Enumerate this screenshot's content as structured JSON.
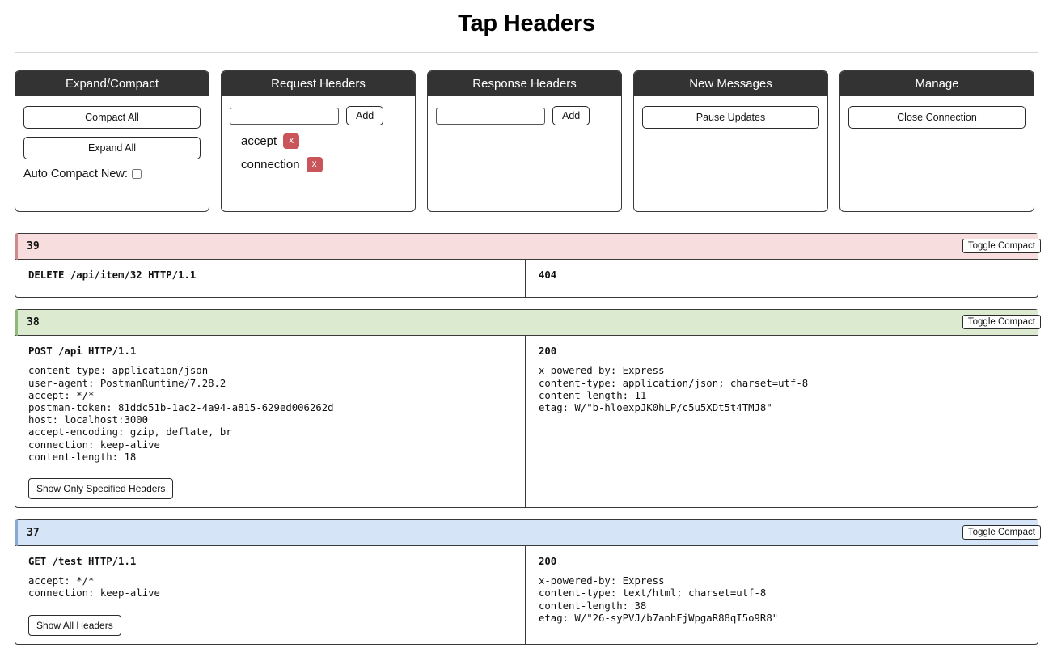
{
  "page": {
    "title": "Tap Headers"
  },
  "panels": [
    {
      "key": "expand_compact",
      "title": "Expand/Compact",
      "compact_all_label": "Compact All",
      "expand_all_label": "Expand All",
      "auto_compact_label": "Auto Compact New:",
      "auto_compact_checked": false
    },
    {
      "key": "request_headers",
      "title": "Request Headers",
      "input_value": "",
      "input_placeholder": "",
      "add_label": "Add",
      "tags": [
        {
          "name": "accept",
          "remove_label": "x"
        },
        {
          "name": "connection",
          "remove_label": "x"
        }
      ]
    },
    {
      "key": "response_headers",
      "title": "Response Headers",
      "input_value": "",
      "input_placeholder": "",
      "add_label": "Add",
      "tags": []
    },
    {
      "key": "new_messages",
      "title": "New Messages",
      "pause_label": "Pause Updates"
    },
    {
      "key": "manage",
      "title": "Manage",
      "close_label": "Close Connection"
    }
  ],
  "common": {
    "toggle_compact_label": "Toggle Compact"
  },
  "colors": {
    "panel_header_bg": "#333333",
    "tag_remove_bg": "#c9555b",
    "status_error_bg": "#f7dddd",
    "status_error_accent": "#cf8b8b",
    "status_ok_bg": "#dcead0",
    "status_ok_accent": "#8fb97a",
    "status_info_bg": "#d6e4f7",
    "status_info_accent": "#8aa8cf"
  },
  "messages": [
    {
      "id": "39",
      "tint": "error",
      "head_bg": "#f7dddd",
      "accent": "#cf8b8b",
      "compact": true,
      "request": {
        "start_line": "DELETE /api/item/32 HTTP/1.1",
        "headers": [],
        "button_label": ""
      },
      "response": {
        "status": "404",
        "headers": []
      }
    },
    {
      "id": "38",
      "tint": "ok",
      "head_bg": "#dcead0",
      "accent": "#8fb97a",
      "compact": false,
      "request": {
        "start_line": "POST /api HTTP/1.1",
        "headers": [
          "content-type: application/json",
          "user-agent: PostmanRuntime/7.28.2",
          "accept: */*",
          "postman-token: 81ddc51b-1ac2-4a94-a815-629ed006262d",
          "host: localhost:3000",
          "accept-encoding: gzip, deflate, br",
          "connection: keep-alive",
          "content-length: 18"
        ],
        "button_label": "Show Only Specified Headers"
      },
      "response": {
        "status": "200",
        "headers": [
          "x-powered-by: Express",
          "content-type: application/json; charset=utf-8",
          "content-length: 11",
          "etag: W/\"b-hloexpJK0hLP/c5u5XDt5t4TMJ8\""
        ]
      }
    },
    {
      "id": "37",
      "tint": "info",
      "head_bg": "#d6e4f7",
      "accent": "#8aa8cf",
      "compact": false,
      "request": {
        "start_line": "GET /test HTTP/1.1",
        "headers": [
          "accept: */*",
          "connection: keep-alive"
        ],
        "button_label": "Show All Headers"
      },
      "response": {
        "status": "200",
        "headers": [
          "x-powered-by: Express",
          "content-type: text/html; charset=utf-8",
          "content-length: 38",
          "etag: W/\"26-syPVJ/b7anhFjWpgaR88qI5o9R8\""
        ]
      }
    }
  ]
}
